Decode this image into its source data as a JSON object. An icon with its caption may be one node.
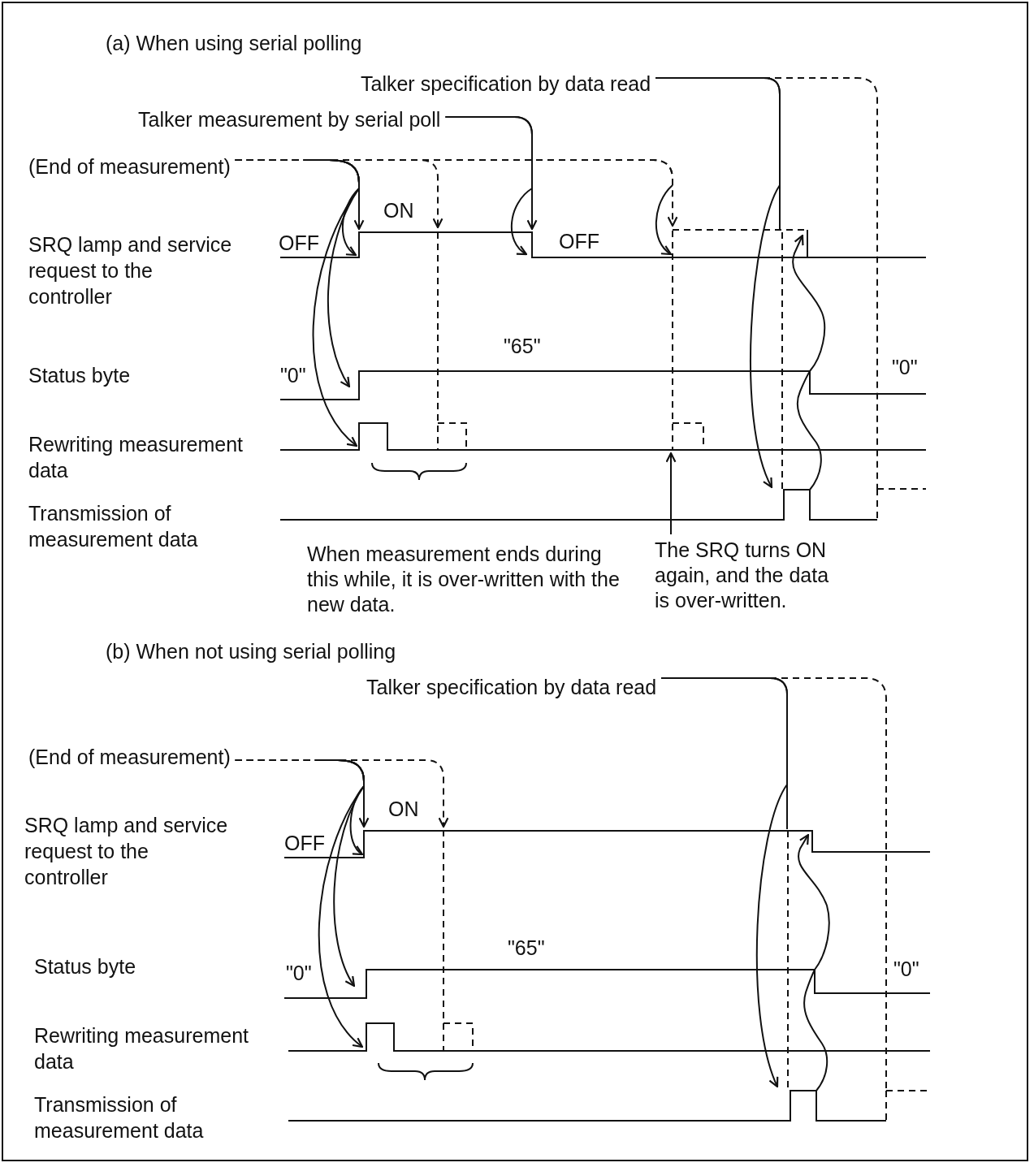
{
  "diagram": {
    "nodes": [
      {
        "text": [
          "Talker specification by data read"
        ]
      },
      {
        "text": [
          "Talker measurement by serial poll"
        ]
      },
      {
        "text": [
          "(End of measurement)"
        ]
      },
      {
        "text": [
          "The SRQ turns ON again, and the data is over-written."
        ]
      },
      {
        "text": [
          "Talker specification by data read"
        ]
      },
      {
        "text": [
          "(End of measurement)"
        ]
      }
    ],
    "edges": [
      {
        "from": 0,
        "to": null,
        "arrow": "none"
      },
      {
        "from": 0,
        "to": null,
        "arrow": "to"
      },
      {
        "from": 0,
        "to": null,
        "arrow": "none",
        "style": "dashed"
      },
      {
        "from": 1,
        "to": null,
        "arrow": "to"
      },
      {
        "from": 1,
        "to": null,
        "arrow": "to"
      },
      {
        "from": 2,
        "to": null,
        "arrow": "to"
      },
      {
        "from": 2,
        "to": null,
        "arrow": "to"
      },
      {
        "from": 2,
        "to": null,
        "arrow": "to"
      },
      {
        "from": 2,
        "to": null,
        "arrow": "to"
      },
      {
        "from": 2,
        "to": null,
        "arrow": "to",
        "style": "dashed"
      },
      {
        "from": 2,
        "to": null,
        "arrow": "to",
        "style": "dashed"
      },
      {
        "from": 2,
        "to": null,
        "arrow": "to",
        "style": "dashed"
      },
      {
        "from": 3,
        "to": null,
        "arrow": "to"
      },
      {
        "from": 4,
        "to": null,
        "arrow": "none"
      },
      {
        "from": 4,
        "to": null,
        "arrow": "to"
      },
      {
        "from": 4,
        "to": null,
        "arrow": "none",
        "style": "dashed"
      },
      {
        "from": 5,
        "to": null,
        "arrow": "to"
      },
      {
        "from": 5,
        "to": null,
        "arrow": "to"
      },
      {
        "from": 5,
        "to": null,
        "arrow": "to"
      },
      {
        "from": 5,
        "to": null,
        "arrow": "to"
      },
      {
        "from": 5,
        "to": null,
        "arrow": "to",
        "style": "dashed"
      }
    ],
    "labels": [
      "(a)  When using serial polling",
      "ON",
      "SRQ lamp and service request to the controller",
      "OFF",
      "OFF",
      "\"65\"",
      "Status byte",
      "\"0\"",
      "\"0\"",
      "Rewriting measurement data",
      "Transmission of measurement data",
      "When measurement ends during this while, it is over-written with the new data.",
      "(b)  When not using serial polling",
      "ON",
      "SRQ lamp and service request to the controller",
      "OFF",
      "\"65\"",
      "Status byte",
      "\"0\"",
      "\"0\"",
      "Rewriting measurement data",
      "Transmission of measurement data"
    ]
  }
}
